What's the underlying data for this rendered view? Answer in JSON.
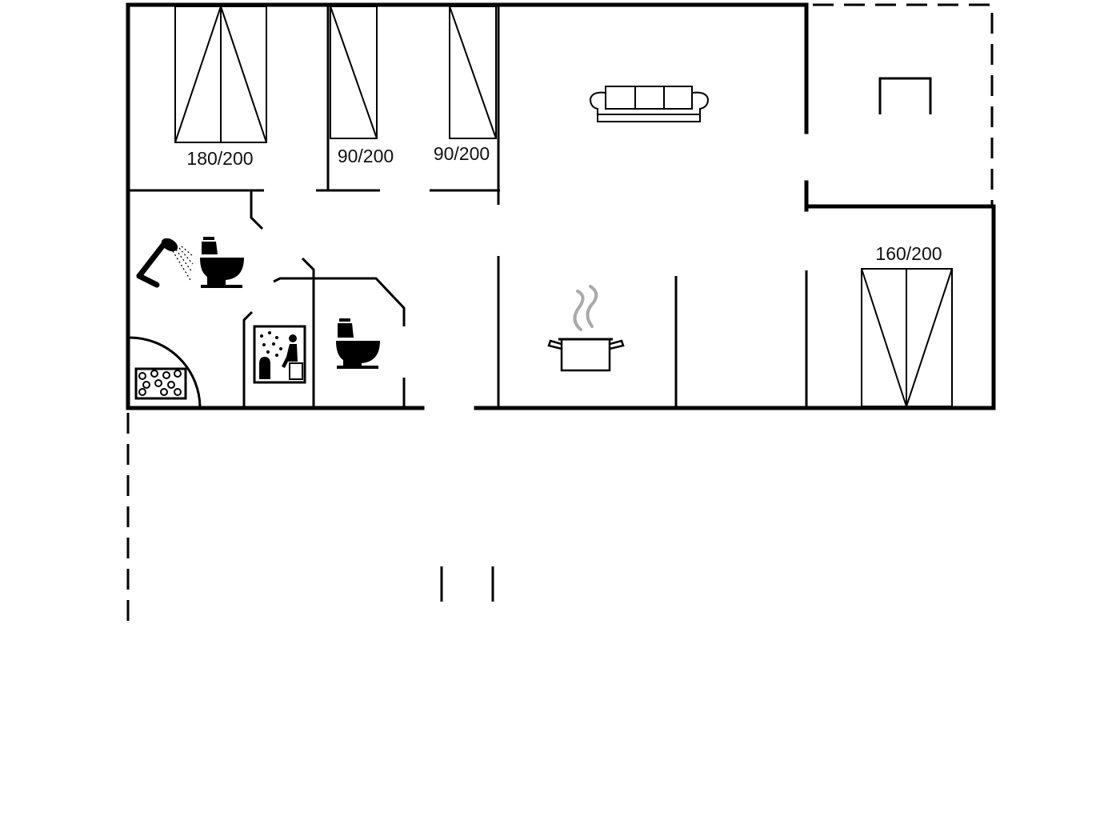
{
  "beds": [
    {
      "id": "bed-1",
      "label": "180/200"
    },
    {
      "id": "bed-2",
      "label": "90/200"
    },
    {
      "id": "bed-3",
      "label": "90/200"
    },
    {
      "id": "bed-4",
      "label": "160/200"
    }
  ],
  "icons": [
    "shower-icon",
    "toilet-icon",
    "toilet-icon",
    "sauna-icon",
    "whirlpool-icon",
    "sofa-icon",
    "cooking-pot-icon",
    "outdoor-shower-icon"
  ],
  "colors": {
    "line": "#000000",
    "steam": "#aaaaaa",
    "background": "#ffffff"
  }
}
